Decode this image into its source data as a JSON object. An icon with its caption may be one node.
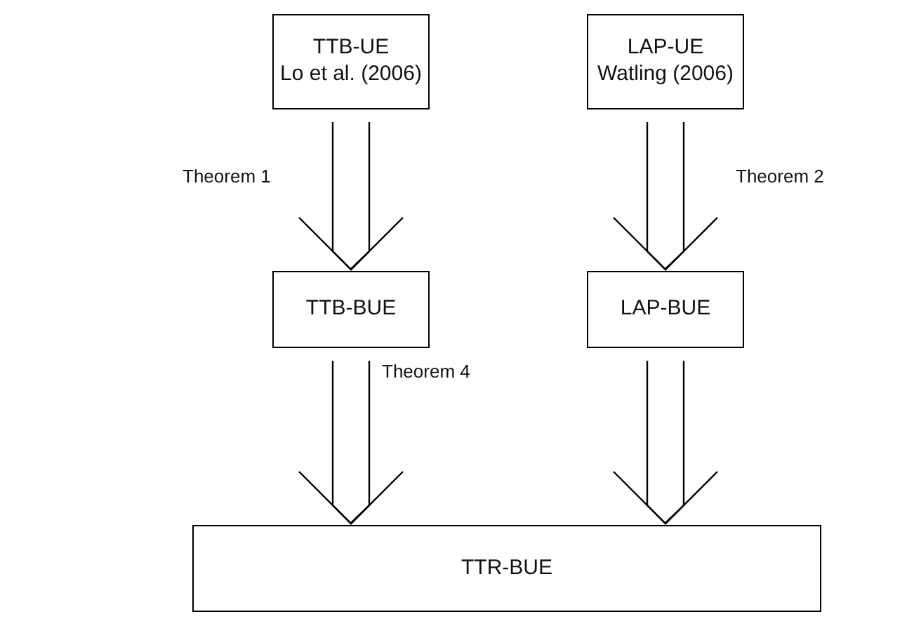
{
  "diagram": {
    "nodes": [
      {
        "text": [
          "TTB-UE",
          "Lo et al. (2006)"
        ]
      },
      {
        "text": [
          "LAP-UE",
          "Watling (2006)"
        ]
      },
      {
        "text": [
          "TTB-BUE"
        ]
      },
      {
        "text": [
          "LAP-BUE"
        ]
      },
      {
        "text": [
          "TTR-BUE"
        ]
      }
    ],
    "edges": [
      {
        "from": 0,
        "to": 2,
        "arrow": "to",
        "label": "Theorem 1"
      },
      {
        "from": 1,
        "to": 3,
        "arrow": "to",
        "label": "Theorem 2"
      },
      {
        "from": 2,
        "to": 4,
        "arrow": "to",
        "label": "Theorem 4"
      },
      {
        "from": 3,
        "to": 4,
        "arrow": "to"
      }
    ]
  }
}
